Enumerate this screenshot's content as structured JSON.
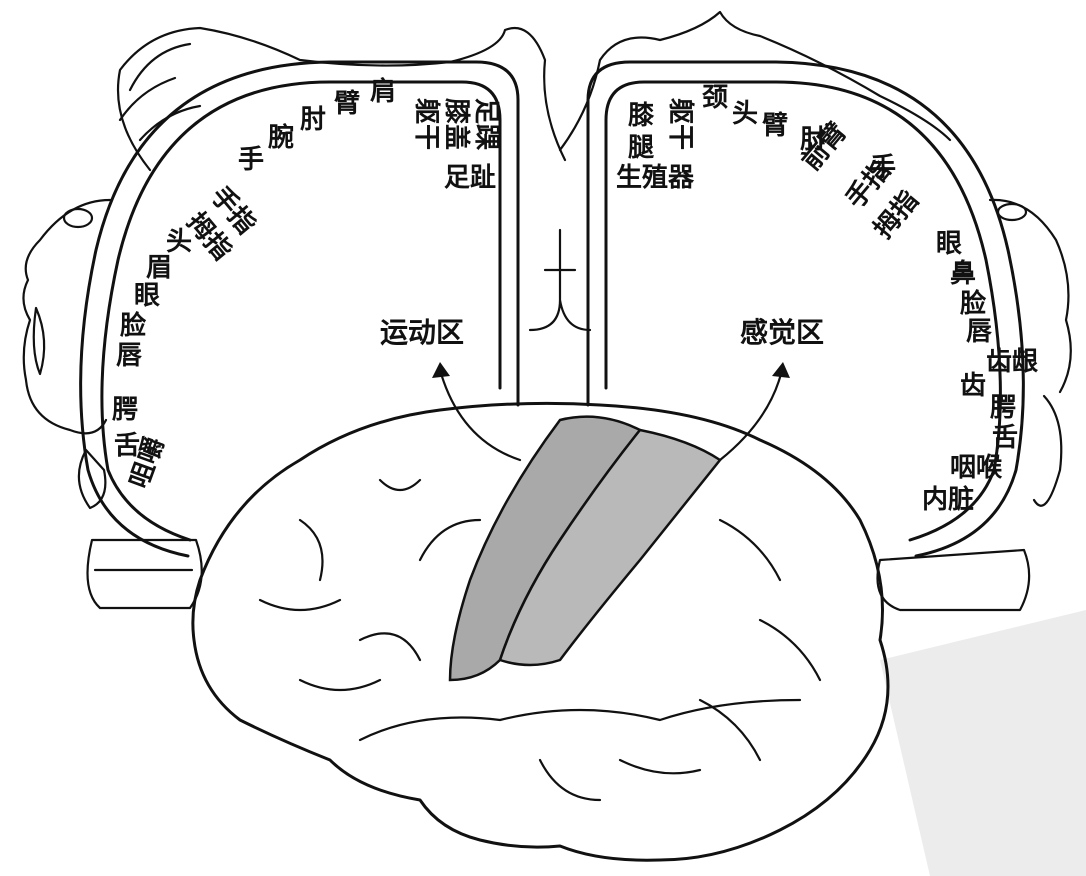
{
  "motor": {
    "area_label": "运动区",
    "labels": [
      "足趾",
      "足踝",
      "膝盖",
      "躯干",
      "肩",
      "臂",
      "肘",
      "腕",
      "手",
      "手指",
      "拇指",
      "头",
      "眉",
      "眼",
      "脸",
      "唇",
      "腭",
      "舌",
      "咀嚼"
    ]
  },
  "sensory": {
    "area_label": "感觉区",
    "labels": [
      "生殖器",
      "腿",
      "膝",
      "躯干",
      "颈",
      "头",
      "臂",
      "肘",
      "前臂",
      "手",
      "手指",
      "拇指",
      "眼",
      "鼻",
      "脸",
      "唇",
      "齿",
      "齿龈",
      "腭",
      "舌",
      "咽喉",
      "内脏"
    ]
  },
  "colors": {
    "cortex_highlight": "#a9a9a9",
    "ink": "#111111",
    "watermark": "#e8e8e8"
  }
}
